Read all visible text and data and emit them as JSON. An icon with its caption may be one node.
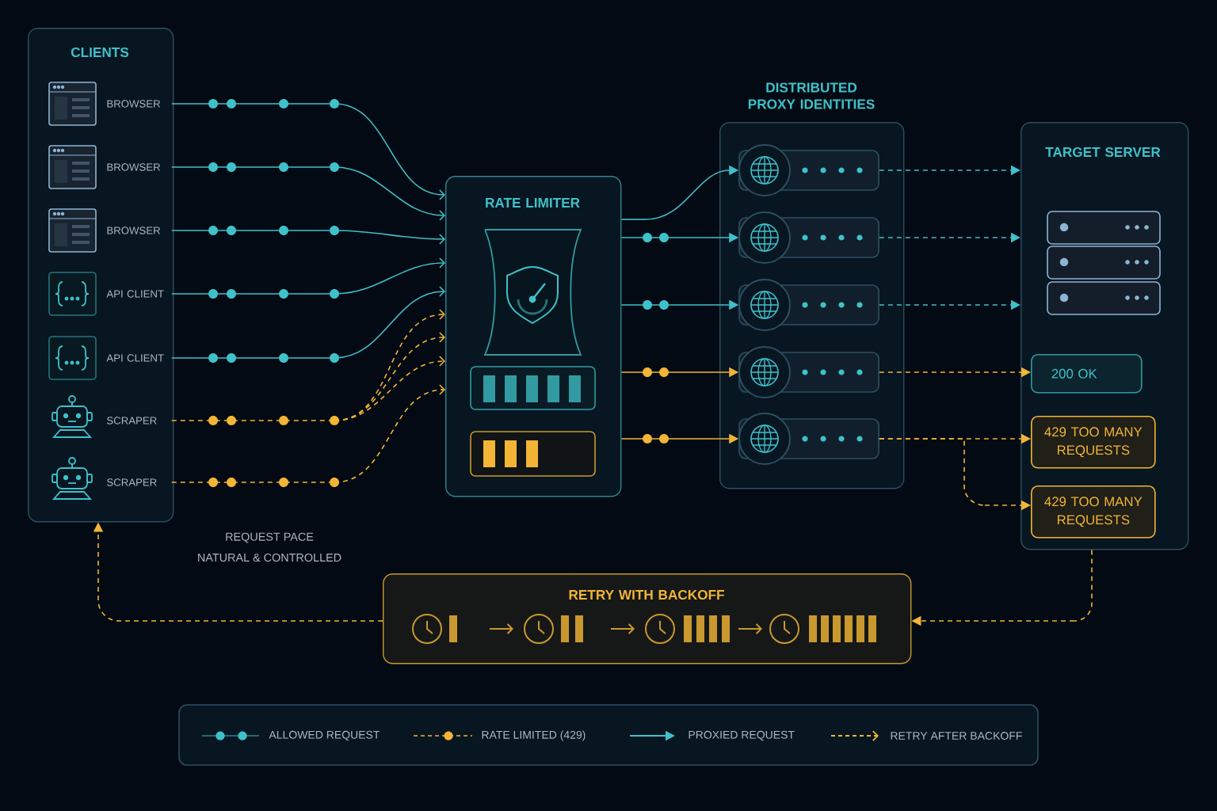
{
  "diagram": {
    "nodes": [
      {
        "text": [
          "CLIENTS"
        ]
      },
      {
        "text": [
          "BROWSER"
        ],
        "in": 0
      },
      {
        "text": [
          "BROWSER"
        ],
        "in": 0
      },
      {
        "text": [
          "BROWSER"
        ],
        "in": 0
      },
      {
        "text": [
          "API CLIENT"
        ],
        "in": 0
      },
      {
        "text": [
          "API CLIENT"
        ],
        "in": 0
      },
      {
        "text": [
          "SCRAPER"
        ],
        "in": 0
      },
      {
        "text": [
          "SCRAPER"
        ],
        "in": 0
      },
      {
        "text": [
          "RATE LIMITER"
        ]
      },
      {
        "text": [
          "DISTRIBUTED PROXY IDENTITIES"
        ]
      },
      {
        "text": [],
        "shape": "box",
        "in": 9
      },
      {
        "text": [],
        "shape": "box",
        "in": 9
      },
      {
        "text": [],
        "shape": "box",
        "in": 9
      },
      {
        "text": [],
        "shape": "box",
        "in": 9
      },
      {
        "text": [],
        "shape": "box",
        "in": 9
      },
      {
        "text": [
          "TARGET SERVER"
        ]
      },
      {
        "text": [
          "200 OK"
        ],
        "in": 15
      },
      {
        "text": [
          "429 TOO MANY REQUESTS"
        ],
        "in": 15
      },
      {
        "text": [
          "429 TOO MANY REQUESTS"
        ],
        "in": 15
      },
      {
        "text": [
          "RETRY WITH BACKOFF"
        ]
      }
    ],
    "edges": [
      {
        "from": 1,
        "to": 8,
        "arrow": "to"
      },
      {
        "from": 2,
        "to": 8,
        "arrow": "to"
      },
      {
        "from": 3,
        "to": 8,
        "arrow": "to"
      },
      {
        "from": 4,
        "to": 8,
        "arrow": "to"
      },
      {
        "from": 5,
        "to": 8,
        "arrow": "to"
      },
      {
        "from": 6,
        "to": 8,
        "arrow": "to",
        "style": "dashed",
        "color": "#f2b535"
      },
      {
        "from": 7,
        "to": 8,
        "arrow": "to",
        "style": "dashed",
        "color": "#f2b535"
      },
      {
        "from": 8,
        "to": 10,
        "arrow": "to"
      },
      {
        "from": 8,
        "to": 11,
        "arrow": "to"
      },
      {
        "from": 8,
        "to": 12,
        "arrow": "to"
      },
      {
        "from": 8,
        "to": 13,
        "arrow": "to",
        "color": "#f2b535"
      },
      {
        "from": 8,
        "to": 14,
        "arrow": "to",
        "color": "#f2b535"
      },
      {
        "from": 10,
        "to": 15,
        "arrow": "to",
        "style": "dashed"
      },
      {
        "from": 11,
        "to": 15,
        "arrow": "to",
        "style": "dashed"
      },
      {
        "from": 12,
        "to": 15,
        "arrow": "to",
        "style": "dashed"
      },
      {
        "from": 13,
        "to": 16,
        "arrow": "to",
        "style": "dashed",
        "color": "#f2b535"
      },
      {
        "from": 14,
        "to": 17,
        "arrow": "to",
        "style": "dashed",
        "color": "#f2b535"
      },
      {
        "from": 14,
        "to": 18,
        "arrow": "to",
        "style": "dashed",
        "color": "#f2b535"
      },
      {
        "from": 15,
        "to": 19,
        "arrow": "to",
        "style": "dashed",
        "color": "#f2b535"
      },
      {
        "from": 19,
        "to": 0,
        "arrow": "to",
        "style": "dashed",
        "color": "#f2b535"
      }
    ],
    "labels": [
      "REQUEST PACE",
      "NATURAL & CONTROLLED"
    ],
    "legend": [
      {
        "text": "ALLOWED REQUEST"
      },
      {
        "text": "RATE LIMITED (429)"
      },
      {
        "text": "PROXIED REQUEST"
      },
      {
        "text": "RETRY AFTER BACKOFF"
      }
    ]
  }
}
